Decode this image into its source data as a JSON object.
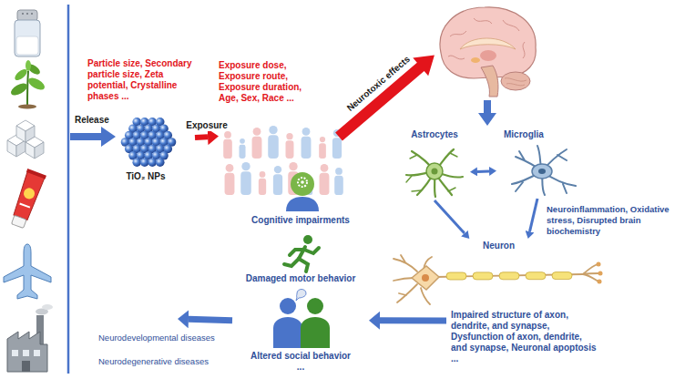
{
  "diagram": {
    "nodes": [
      {
        "text": [
          "Particle size, Secondary particle size, Zeta potential, Crystalline phases ...",
          "TiO₂ NPs"
        ]
      },
      {
        "text": [
          "Exposure dose, Exposure route, Exposure duration, Age, Sex, Race ..."
        ]
      },
      {
        "text": [
          "Astrocytes"
        ]
      },
      {
        "text": [
          "Microglia",
          "Neuroinflammation, Oxidative stress, Disrupted brain biochemistry"
        ]
      },
      {
        "text": [
          "Neuron",
          "Impaired structure of axon, dendrite, and synapse, Dysfunction of axon, dendrite, and synapse, Neuronal apoptosis ..."
        ]
      },
      {
        "text": [
          "Cognitive impairments",
          "Damaged motor behavior",
          "Altered social behavior",
          "..."
        ]
      },
      {
        "text": [
          "Neurodevelopmental diseases",
          "Neurodegenerative diseases"
        ]
      }
    ],
    "edges": [
      {
        "from": 0,
        "to": 1,
        "label": "Exposure",
        "arrow": "to"
      },
      {
        "from": 2,
        "to": 3,
        "arrow": "both"
      },
      {
        "from": 2,
        "to": 4,
        "arrow": "to"
      },
      {
        "from": 3,
        "to": 4,
        "arrow": "to"
      },
      {
        "from": 4,
        "to": 5,
        "arrow": "to"
      },
      {
        "from": 5,
        "to": 6,
        "arrow": "to"
      }
    ],
    "labels": [
      "Release",
      "Neurotoxic effects"
    ]
  }
}
